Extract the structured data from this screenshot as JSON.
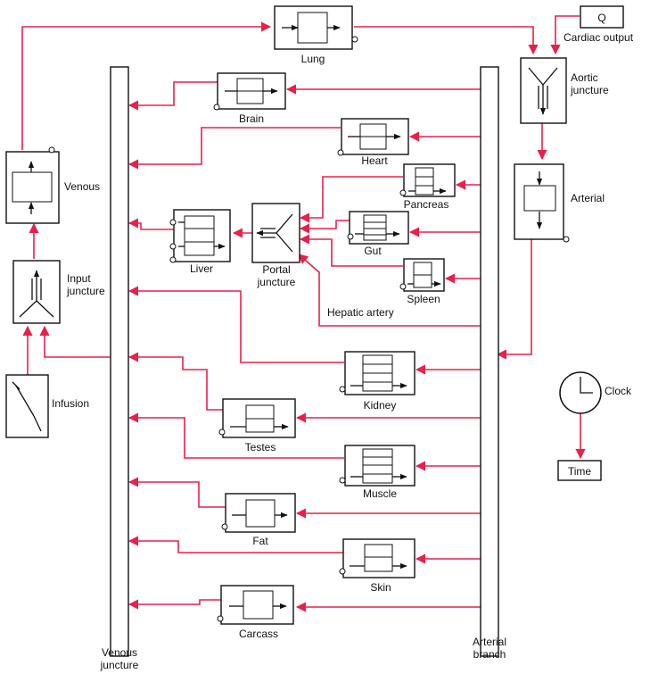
{
  "accent_color": "#e8204a",
  "labels": {
    "lung": "Lung",
    "q": "Q",
    "cardiac_output": "Cardiac output",
    "aortic_1": "Aortic",
    "aortic_2": "juncture",
    "brain": "Brain",
    "heart": "Heart",
    "arterial": "Arterial",
    "venous": "Venous",
    "pancreas": "Pancreas",
    "liver": "Liver",
    "portal_1": "Portal",
    "portal_2": "juncture",
    "gut": "Gut",
    "input_1": "Input",
    "input_2": "juncture",
    "spleen": "Spleen",
    "hepatic_artery": "Hepatic artery",
    "kidney": "Kidney",
    "clock": "Clock",
    "infusion": "Infusion",
    "testes": "Testes",
    "time": "Time",
    "muscle": "Muscle",
    "fat": "Fat",
    "skin": "Skin",
    "carcass": "Carcass",
    "venous_junct_1": "Venous",
    "venous_junct_2": "juncture",
    "arterial_branch_1": "Arterial",
    "arterial_branch_2": "branch"
  }
}
